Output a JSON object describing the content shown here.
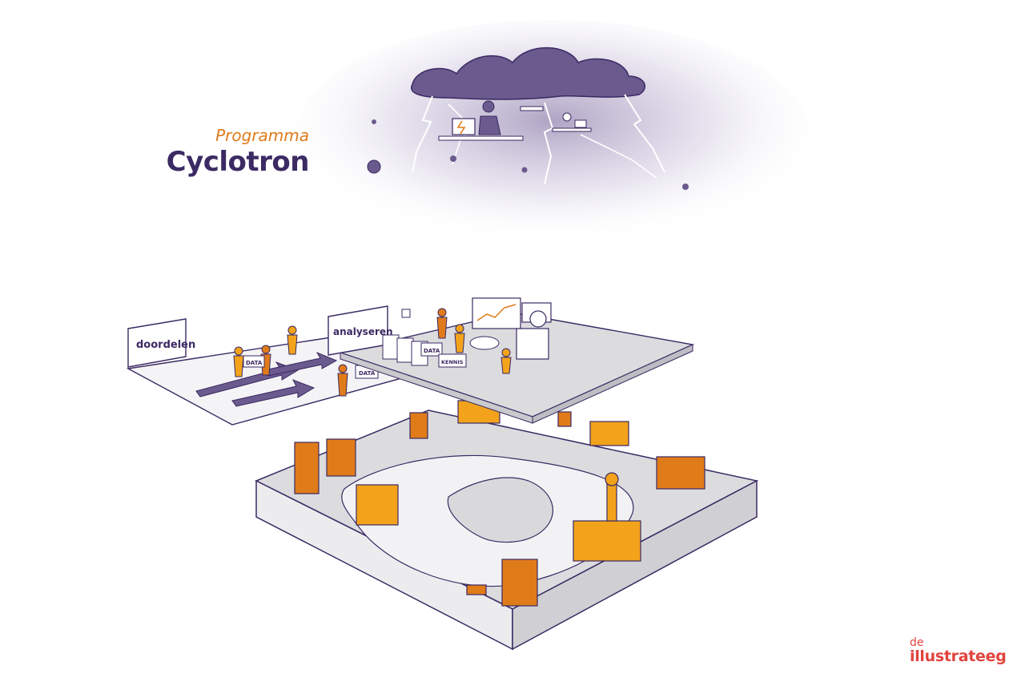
{
  "title_block": {
    "subtitle": "Programma",
    "title": "Cyclotron"
  },
  "panels": {
    "left_sign": "doordelen",
    "right_sign": "analyseren",
    "data_box_1": "DATA",
    "data_box_2": "DATA",
    "data_box_3": "DATA",
    "kennis_box": "KENNIS"
  },
  "logo": {
    "prefix": "de",
    "name": "illustrateeg"
  },
  "colors": {
    "purple_dark": "#3b2a63",
    "purple_cloud": "#6b5a8e",
    "orange": "#e07b1a",
    "orange_light": "#f2a31b",
    "panel_gray": "#d9d9dc",
    "logo_red": "#e2433d"
  }
}
